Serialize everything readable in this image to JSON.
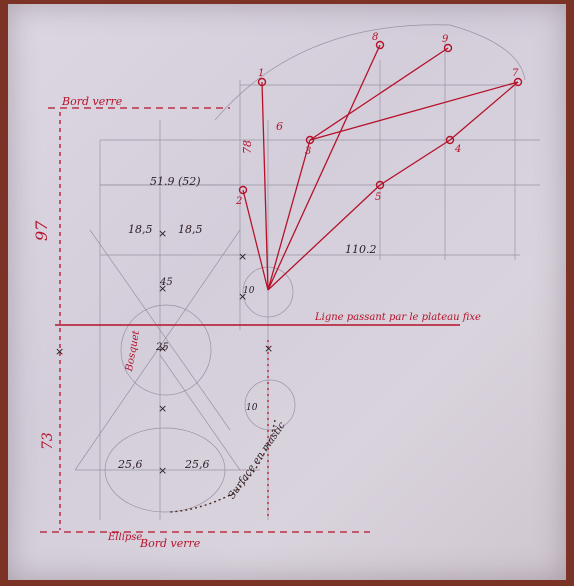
{
  "labels": {
    "bord_top": "Bord verre",
    "bord_bottom": "Bord verre",
    "left_dim": "97",
    "left_dim_lower": "73",
    "ligne": "Ligne passant par le plateau fixe",
    "dim_51_9": "51.9 (52)",
    "dim_18_5a": "18,5",
    "dim_18_5b": "18,5",
    "dim_78": "78",
    "dim_110_2": "110.2",
    "dim_45": "45",
    "dim_25_6a": "25,6",
    "dim_25_6b": "25,6",
    "dim_25": "25",
    "r10a": "10",
    "r10b": "10",
    "ellipse_label": "Ellipse",
    "surface_label": "Surface en mastic",
    "bosquet": "Bosquet",
    "n1": "1",
    "n2": "2",
    "n3": "3",
    "n4": "4",
    "n5": "5",
    "n6": "6",
    "n7": "7",
    "n8": "8",
    "n9": "9"
  },
  "colors": {
    "red_ink": "#b5122a",
    "pencil": "#5a5060",
    "paper": "#d6d0da",
    "frame": "#7a3324"
  }
}
